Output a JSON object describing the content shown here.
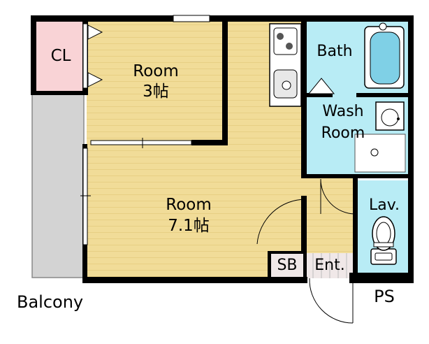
{
  "rooms": {
    "closet": "CL",
    "room_small_name": "Room",
    "room_small_size": "3帖",
    "room_main_name": "Room",
    "room_main_size": "7.1帖",
    "bath": "Bath",
    "wash_line1": "Wash",
    "wash_line2": "Room",
    "lavatory": "Lav.",
    "shoe_box": "SB",
    "entrance": "Ent."
  },
  "outside": {
    "balcony": "Balcony",
    "pipe_space": "PS"
  },
  "colors": {
    "wall": "#000000",
    "floor_wood": "#f1dc98",
    "floor_line": "#e4c776",
    "closet": "#f9d3d6",
    "wet_area": "#b8ecf5",
    "wash_room": "#ffffff",
    "balcony": "#d3d3d3",
    "entrance_tile": "#f0e8e8",
    "bathtub": "#7fd0e6"
  }
}
